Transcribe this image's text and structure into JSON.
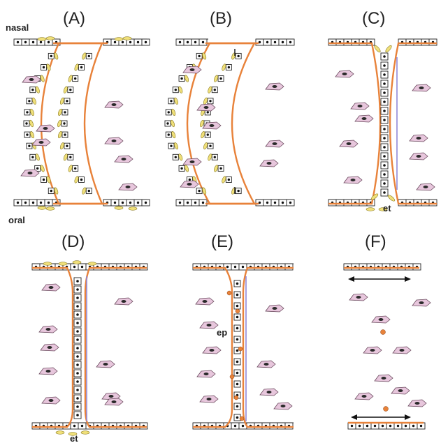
{
  "figure": {
    "panels": [
      {
        "letter": "(A)"
      },
      {
        "letter": "(B)"
      },
      {
        "letter": "(C)"
      },
      {
        "letter": "(D)"
      },
      {
        "letter": "(E)"
      },
      {
        "letter": "(F)"
      }
    ],
    "labels": {
      "nasal": "nasal",
      "oral": "oral",
      "et_c": "et",
      "et_d": "et",
      "ep_e": "ep"
    },
    "colors": {
      "epithelium_outline": "#e8823a",
      "periderm": "#f0e07a",
      "mesenchyme": "#e7c6dc",
      "basement_membrane": "#8f88d8"
    }
  }
}
